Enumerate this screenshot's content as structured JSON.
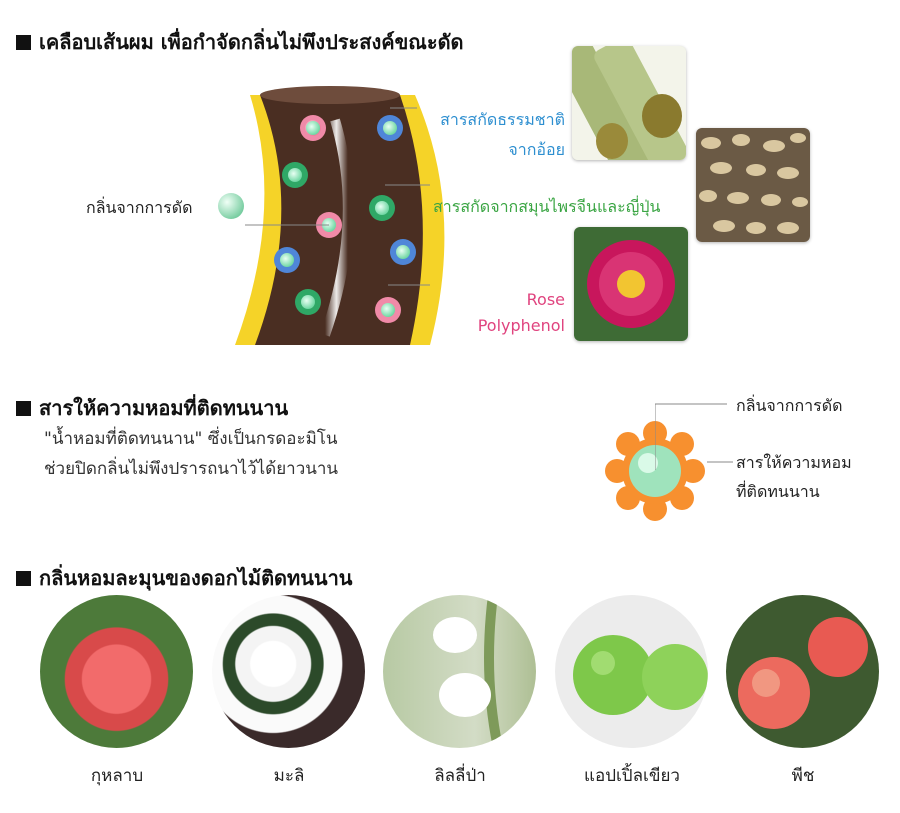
{
  "section1": {
    "heading": "เคลือบเส้นผม เพื่อกำจัดกลิ่นไม่พึงประสงค์ขณะดัด",
    "odor_label": "กลิ่นจากการดัด",
    "natural_extract_line1": "สารสกัดธรรมชาติ",
    "natural_extract_line2": "จากอ้อย",
    "herb_extract": "สารสกัดจากสมุนไพรจีนและญี่ปุ่น",
    "rose_line1": "Rose",
    "rose_line2": "Polyphenol",
    "colors": {
      "blue_text": "#2e8fd0",
      "green_text": "#3aa543",
      "pink_text": "#e0447f",
      "hair_brown": "#4a2e22",
      "hair_yellow": "#f5d328"
    }
  },
  "section2": {
    "heading": "สารให้ความหอมที่ติดทนนาน",
    "line1": "\"น้ำหอมที่ติดทนนาน\" ซึ่งเป็นกรดอะมิโน",
    "line2": "ช่วยปิดกลิ่นไม่พึงปรารถนาไว้ได้ยาวนาน",
    "odor_label": "กลิ่นจากการดัด",
    "fragrance_line1": "สารให้ความหอม",
    "fragrance_line2": "ที่ติดทนนาน",
    "colors": {
      "orange": "#f7902f",
      "mint": "#8fdcb0"
    }
  },
  "section3": {
    "heading": "กลิ่นหอมละมุนของดอกไม้ติดทนนาน",
    "items": [
      {
        "label": "กุหลาบ",
        "icon": "rose-photo"
      },
      {
        "label": "มะลิ",
        "icon": "jasmine-photo"
      },
      {
        "label": "ลิลลี่ป่า",
        "icon": "lily-photo"
      },
      {
        "label": "แอปเปิ้ลเขียว",
        "icon": "green-apple-photo"
      },
      {
        "label": "พีช",
        "icon": "peach-photo"
      }
    ]
  }
}
